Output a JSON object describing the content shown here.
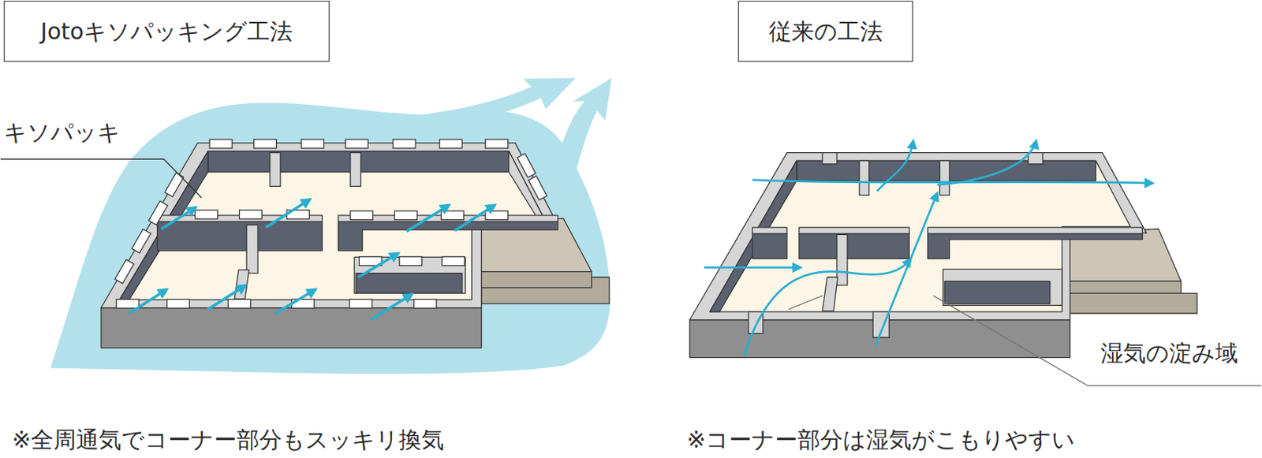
{
  "diagram": {
    "nodes": [
      {
        "text": [
          "Jotoキソパッキング工法"
        ]
      },
      {
        "text": [
          "従来の工法"
        ]
      }
    ],
    "labels": [
      "キソパッキ",
      "湿気の淀み域",
      "※全周通気でコーナー部分もスッキリ換気",
      "※コーナー部分は湿気がこもりやすい"
    ]
  }
}
